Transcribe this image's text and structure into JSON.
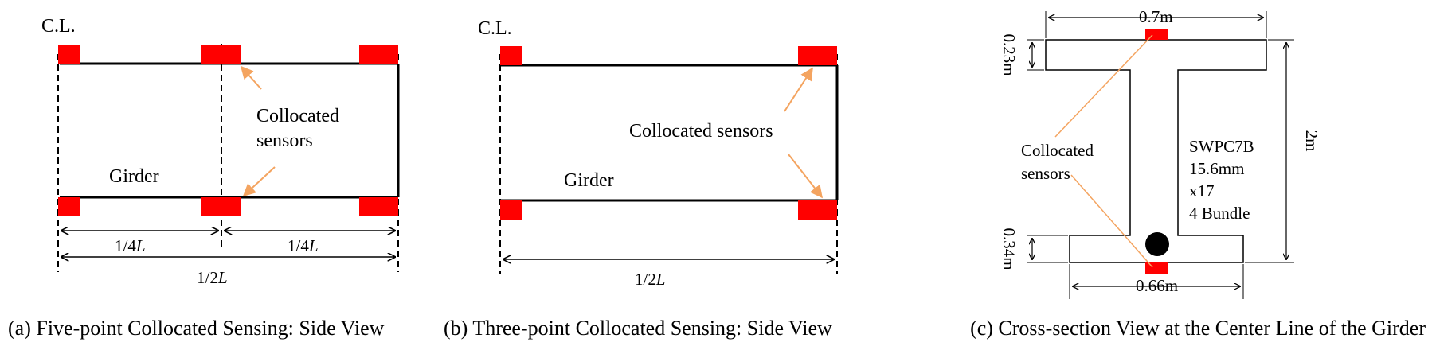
{
  "panel_a": {
    "cl": "C.L.",
    "annotation_line1": "Collocated",
    "annotation_line2": "sensors",
    "girder": "Girder",
    "dim_quarter_left": "1/4",
    "dim_quarter_right": "1/4",
    "dim_half": "1/2",
    "dim_var": "L",
    "caption": "(a) Five-point Collocated Sensing: Side View"
  },
  "panel_b": {
    "cl": "C.L.",
    "annotation": "Collocated sensors",
    "girder": "Girder",
    "dim_half": "1/2",
    "dim_var": "L",
    "caption": "(b) Three-point Collocated Sensing: Side View"
  },
  "panel_c": {
    "top_width": "0.7m",
    "top_flange": "0.23m",
    "height": "2m",
    "bottom_flange": "0.34m",
    "bottom_width": "0.66m",
    "annotation_line1": "Collocated",
    "annotation_line2": "sensors",
    "tendon_line1": "SWPC7B",
    "tendon_line2": "15.6mm",
    "tendon_line3": "x17",
    "tendon_line4": "4 Bundle",
    "caption": "(c) Cross-section View at the Center Line of the Girder"
  },
  "colors": {
    "sensor": "#ff0000",
    "arrow": "#f4a460",
    "line": "#000000"
  }
}
